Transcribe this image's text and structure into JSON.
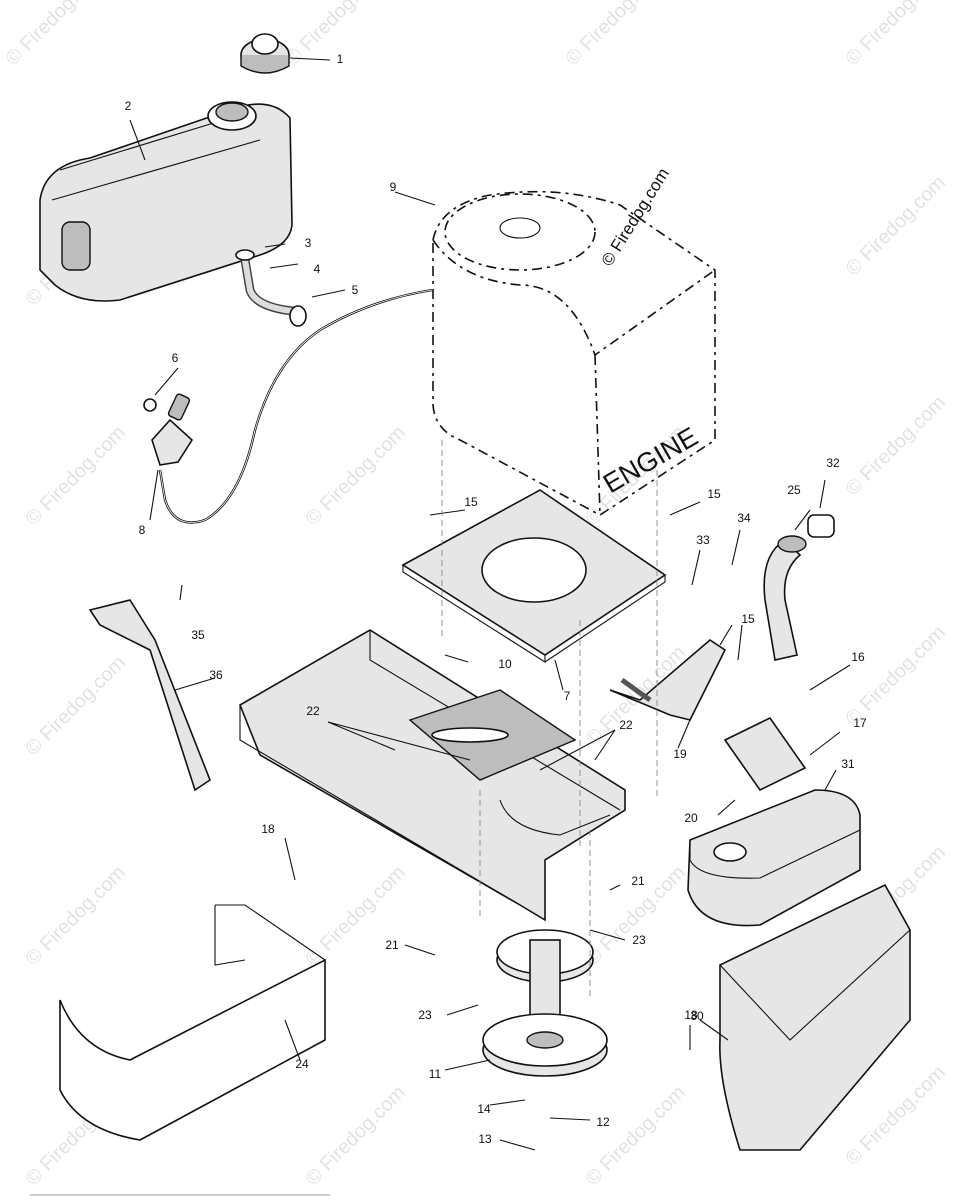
{
  "diagram": {
    "engine_label": "ENGINE",
    "copyright": "© Firedog.com",
    "watermark_text": "© Firedog.com",
    "callouts": [
      {
        "id": "c1",
        "label": "1"
      },
      {
        "id": "c2",
        "label": "2"
      },
      {
        "id": "c3",
        "label": "3"
      },
      {
        "id": "c4",
        "label": "4"
      },
      {
        "id": "c5",
        "label": "5"
      },
      {
        "id": "c6",
        "label": "6"
      },
      {
        "id": "c7",
        "label": "7"
      },
      {
        "id": "c8",
        "label": "8"
      },
      {
        "id": "c9",
        "label": "9"
      },
      {
        "id": "c10",
        "label": "10"
      },
      {
        "id": "c11",
        "label": "11"
      },
      {
        "id": "c12",
        "label": "12"
      },
      {
        "id": "c13",
        "label": "13"
      },
      {
        "id": "c14",
        "label": "14"
      },
      {
        "id": "c15a",
        "label": "15"
      },
      {
        "id": "c15b",
        "label": "15"
      },
      {
        "id": "c15c",
        "label": "15"
      },
      {
        "id": "c16",
        "label": "16"
      },
      {
        "id": "c17",
        "label": "17"
      },
      {
        "id": "c18a",
        "label": "18"
      },
      {
        "id": "c18b",
        "label": "18"
      },
      {
        "id": "c19",
        "label": "19"
      },
      {
        "id": "c20",
        "label": "20"
      },
      {
        "id": "c21a",
        "label": "21"
      },
      {
        "id": "c21b",
        "label": "21"
      },
      {
        "id": "c22a",
        "label": "22"
      },
      {
        "id": "c22b",
        "label": "22"
      },
      {
        "id": "c23a",
        "label": "23"
      },
      {
        "id": "c23b",
        "label": "23"
      },
      {
        "id": "c24",
        "label": "24"
      },
      {
        "id": "c25",
        "label": "25"
      },
      {
        "id": "c30",
        "label": "30"
      },
      {
        "id": "c31",
        "label": "31"
      },
      {
        "id": "c32",
        "label": "32"
      },
      {
        "id": "c33",
        "label": "33"
      },
      {
        "id": "c34",
        "label": "34"
      },
      {
        "id": "c35",
        "label": "35"
      },
      {
        "id": "c36",
        "label": "36"
      }
    ]
  }
}
